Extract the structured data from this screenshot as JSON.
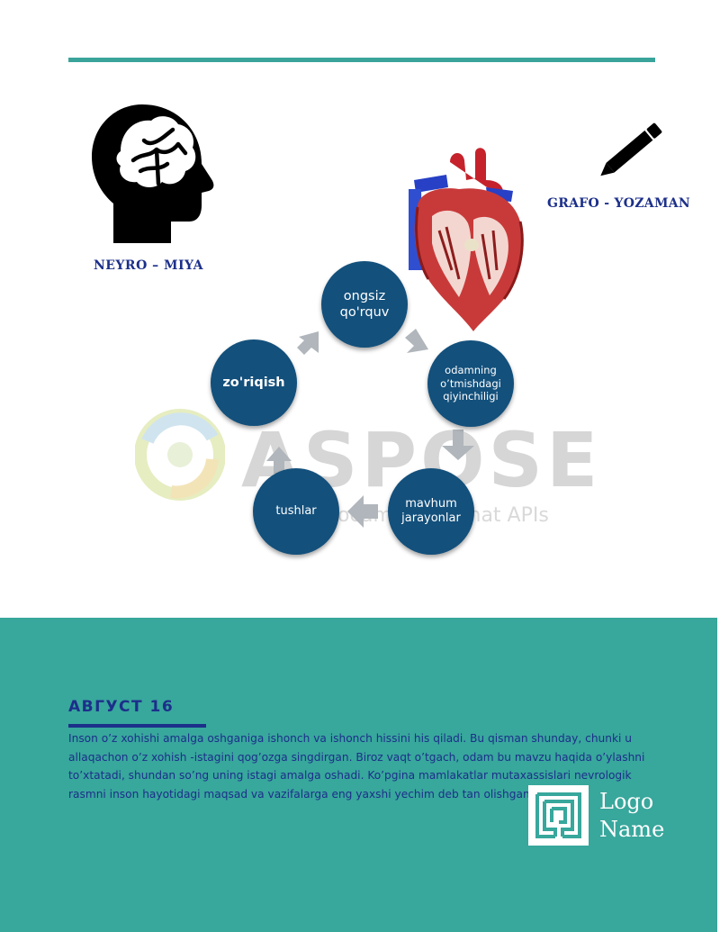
{
  "icons": {
    "brain": "head-brain-icon",
    "pencil": "pencil-icon",
    "heart": "anatomical-heart"
  },
  "labels": {
    "brain": "NEYRO – MIYA",
    "pencil": "GRAFO - YOZAMAN"
  },
  "watermark": {
    "word": "ASPOSE",
    "sub": "ocument Format APIs"
  },
  "cycle": {
    "nodes": [
      {
        "label": "ongsiz qo'rquv"
      },
      {
        "label": "odamning o’tmishdagi qiyinchiligi"
      },
      {
        "label": "mavhum jarayonlar"
      },
      {
        "label": "tushlar"
      },
      {
        "label": "zo'riqish"
      }
    ]
  },
  "footer": {
    "date": "АВГУСТ 16",
    "body": "Inson o’z xohishi amalga oshganiga ishonch va ishonch hissini his qiladi. Bu qisman shunday, chunki u allaqachon o’z xohish -istagini qog’ozga singdirgan. Biroz vaqt o’tgach, odam bu mavzu haqida o’ylashni to’xtatadi, shundan so’ng uning istagi amalga oshadi. Ko’pgina mamlakatlar mutaxassislari nevrologik rasmni inson hayotidagi maqsad va vazifalarga eng yaxshi yechim deb tan olishgan.",
    "logo_line1": "Logo",
    "logo_line2": "Name"
  },
  "colors": {
    "accent": "#3aa49b",
    "footer": "#38a79c",
    "node": "#13507c",
    "text": "#1c2f8a"
  }
}
